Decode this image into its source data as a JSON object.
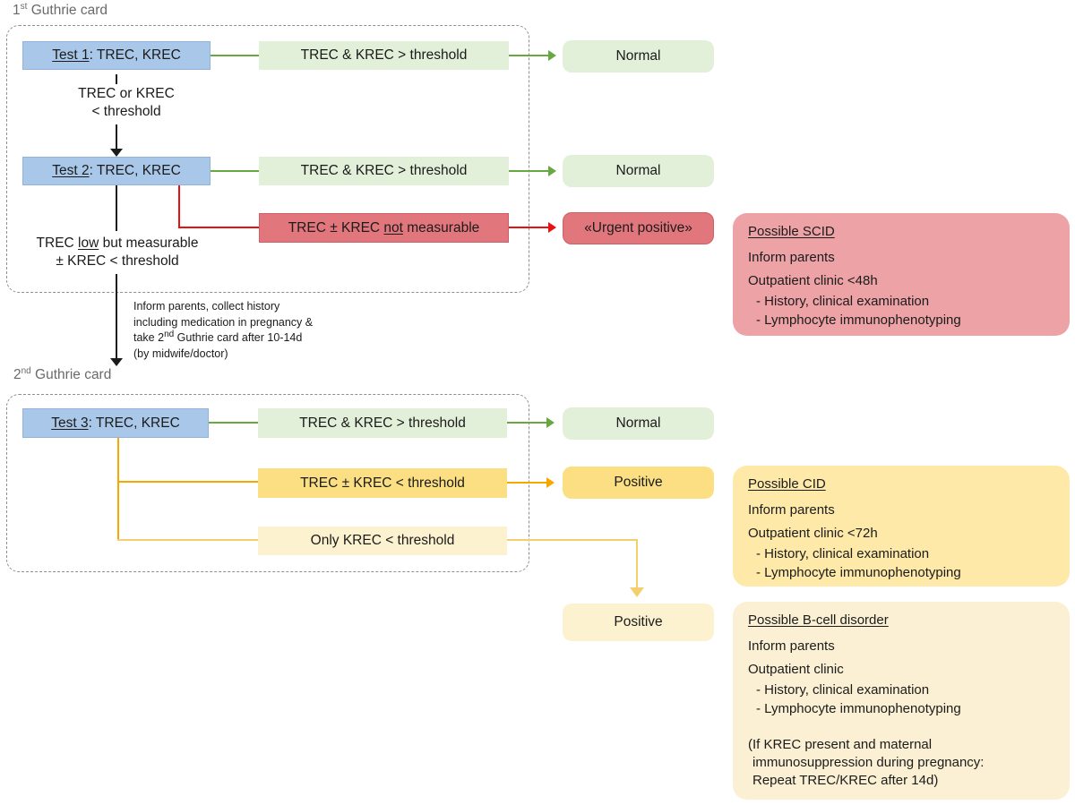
{
  "colors": {
    "blue_box": "#a9c7e8",
    "green_box": "#e2efd9",
    "green_line": "#67a843",
    "red_box": "#e1767c",
    "red_panel": "#eda2a6",
    "red_line": "#e81111",
    "gold_box": "#fcdf82",
    "gold_panel": "#fee9a9",
    "gold_line": "#f5a800",
    "pale_box": "#fdf2cf",
    "pale_panel": "#fbf0d3",
    "pale_line": "#f3cf6f",
    "dashed_border": "#8f8f8f",
    "label_gray": "#6a6a6a"
  },
  "s1": {
    "label": {
      "num": "1",
      "sup": "st",
      "rest": " Guthrie card"
    },
    "test1": {
      "u": "Test 1",
      "rest": ": TREC, KREC"
    },
    "test2": {
      "u": "Test 2",
      "rest": ": TREC, KREC"
    },
    "row1": {
      "condition": "TREC & KREC > threshold",
      "outcome": "Normal"
    },
    "row2": {
      "condition": "TREC & KREC > threshold",
      "outcome": "Normal"
    },
    "between": {
      "line1": "TREC or KREC",
      "line2": "< threshold"
    },
    "red": {
      "pre": "TREC ± KREC ",
      "u": "not",
      "post": " measurable",
      "outcome": "«Urgent positive»"
    },
    "low": {
      "pre": "TREC ",
      "u": "low",
      "post": " but measurable",
      "line2": "± KREC < threshold"
    },
    "scid": {
      "title": "Possible SCID",
      "line1": "Inform parents",
      "line2": "Outpatient clinic <48h",
      "line3": "- History, clinical examination",
      "line4": "- Lymphocyte immunophenotyping"
    }
  },
  "transition": {
    "line1": "Inform parents, collect history",
    "line2": "including medication in pregnancy &",
    "line3_pre": "take 2",
    "line3_sup": "nd",
    "line3_post": " Guthrie card after 10-14d",
    "line4": "(by midwife/doctor)"
  },
  "s2": {
    "label": {
      "num": "2",
      "sup": "nd",
      "rest": " Guthrie card"
    },
    "test3": {
      "u": "Test 3",
      "rest": ": TREC, KREC"
    },
    "row3": {
      "condition": "TREC & KREC > threshold",
      "outcome": "Normal"
    },
    "row4": {
      "condition": "TREC ± KREC < threshold",
      "outcome": "Positive"
    },
    "row5": {
      "condition": "Only KREC < threshold",
      "outcome": "Positive"
    },
    "cid": {
      "title": "Possible CID",
      "line1": "Inform parents",
      "line2": "Outpatient clinic <72h",
      "line3": "- History, clinical examination",
      "line4": "- Lymphocyte immunophenotyping"
    },
    "bcell": {
      "title": "Possible B-cell disorder",
      "line1": "Inform parents",
      "line2": "Outpatient clinic",
      "line3": "- History, clinical examination",
      "line4": "- Lymphocyte immunophenotyping",
      "line5": "(If KREC present and maternal",
      "line6": "immunosuppression during pregnancy:",
      "line7": "Repeat TREC/KREC after 14d)"
    }
  }
}
